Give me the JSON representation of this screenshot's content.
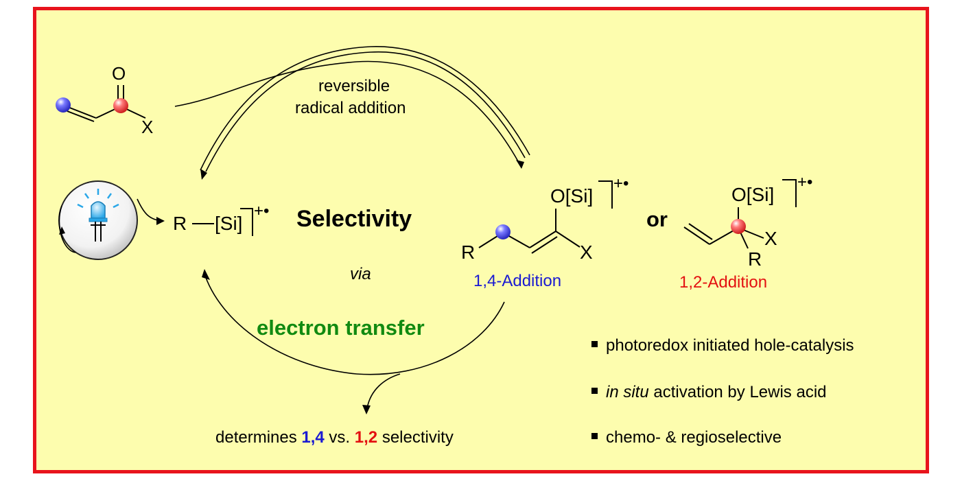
{
  "colors": {
    "border": "#e8141c",
    "background": "#fdfdae",
    "blue_text": "#1a1ad2",
    "red_text": "#e31010",
    "green_text": "#118a11",
    "blue_atom": "#3a3af0",
    "red_atom": "#ee2828"
  },
  "reactant": {
    "O": "O",
    "X": "X"
  },
  "arc_top": {
    "line1": "reversible",
    "line2": "radical addition"
  },
  "radical_cation": {
    "R": "R",
    "si": "[Si]",
    "charge": "+•"
  },
  "center": {
    "selectivity": "Selectivity",
    "via": "via",
    "electron_transfer": "electron transfer"
  },
  "product_14": {
    "o_si": "O[Si]",
    "charge": "+•",
    "R": "R",
    "X": "X",
    "label": "1,4-Addition"
  },
  "or_word": "or",
  "product_12": {
    "o_si": "O[Si]",
    "charge": "+•",
    "R": "R",
    "X": "X",
    "label": "1,2-Addition"
  },
  "bottom": {
    "prefix": "determines ",
    "v14": "1,4",
    "mid": " vs. ",
    "v12": "1,2",
    "suffix": " selectivity"
  },
  "bullets": {
    "b1": "photoredox initiated hole-catalysis",
    "b2_italic": "in situ",
    "b2_rest": " activation by Lewis acid",
    "b3": "chemo- & regioselective"
  },
  "icons": [
    "led-lamp-icon",
    "cycle-arrow-icon"
  ]
}
